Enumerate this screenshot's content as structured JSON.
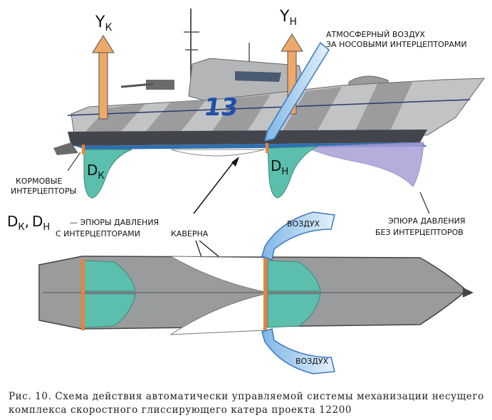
{
  "labels": {
    "yk_main": "Y",
    "yk_sub": "К",
    "yn_main": "Y",
    "yn_sub": "Н",
    "boat_number": "13",
    "dk_main": "D",
    "dk_sub": "К",
    "dn_main": "D",
    "dn_sub": "Н",
    "atm_line1": "АТМОСФЕРНЫЙ ВОЗДУХ",
    "atm_line2": "ЗА НОСОВЫМИ ИНТЕРЦЕПТОРАМИ",
    "aft_line1": "КОРМОВЫЕ",
    "aft_line2": "ИНТЕРЦЕПТОРЫ",
    "legend_d1": "D",
    "legend_k": "К",
    "legend_comma": ",",
    "legend_d2": "D",
    "legend_n": "Н",
    "legend_line1": "— ЭПЮРЫ ДАВЛЕНИЯ",
    "legend_line2": "С ИНТЕРЦЕПТОРАМИ",
    "cavern": "КАВЕРНА",
    "no_int_line1": "ЭПЮРА ДАВЛЕНИЯ",
    "no_int_line2": "БЕЗ ИНТЕРЦЕПТОРОВ",
    "air_top": "ВОЗДУХ",
    "air_bottom": "ВОЗДУХ"
  },
  "caption": {
    "line1": "Рис. 10. Схема действия автоматически управляемой системы механизации несущего",
    "line2": "комплекса скоростного глиссирующего катера проекта 12200"
  },
  "colors": {
    "arrow_orange": "#f0a868",
    "epure_teal": "#5cbfae",
    "epure_purple": "#a8a0d8",
    "hull_gray": "#9a9b9d",
    "interceptor": "#e8833a",
    "air_blue": "#b8d8f0"
  }
}
